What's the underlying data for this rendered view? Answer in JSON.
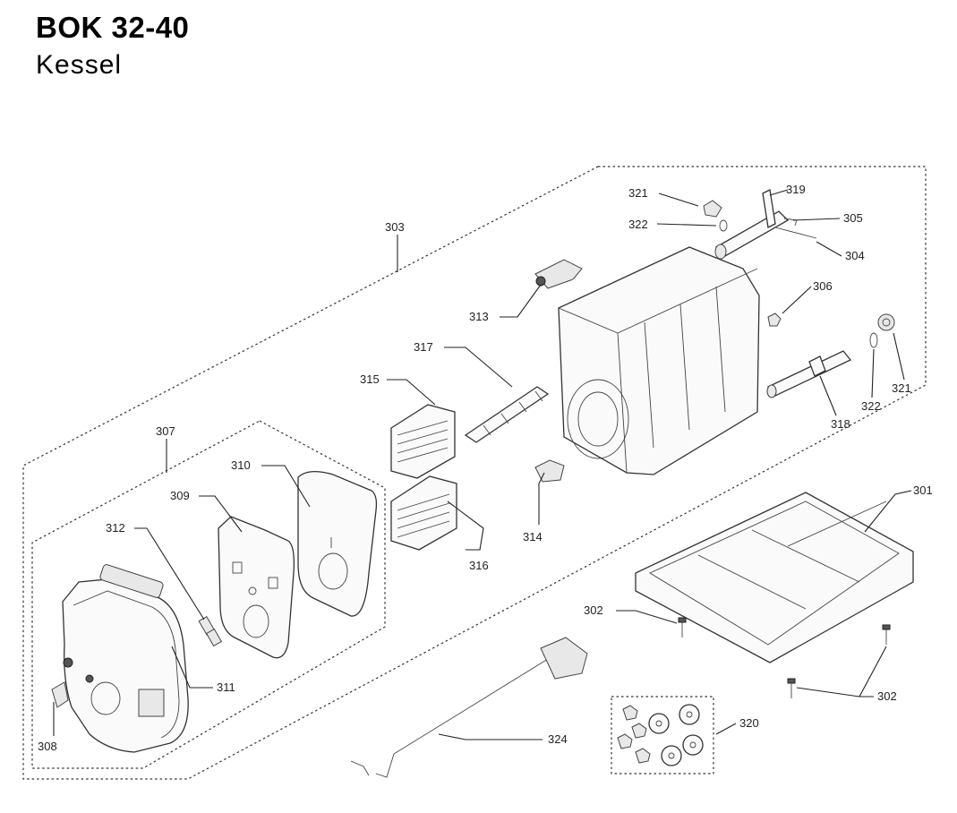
{
  "header": {
    "title": "BOK 32-40",
    "subtitle": "Kessel"
  },
  "labels": {
    "l301": "301",
    "l302a": "302",
    "l302b": "302",
    "l303": "303",
    "l304": "304",
    "l305": "305",
    "l306": "306",
    "l307": "307",
    "l308": "308",
    "l309": "309",
    "l310": "310",
    "l311": "311",
    "l312": "312",
    "l313": "313",
    "l314": "314",
    "l315": "315",
    "l316": "316",
    "l317": "317",
    "l318": "318",
    "l319": "319",
    "l320": "320",
    "l321a": "321",
    "l321b": "321",
    "l322a": "322",
    "l322b": "322",
    "l324": "324"
  }
}
